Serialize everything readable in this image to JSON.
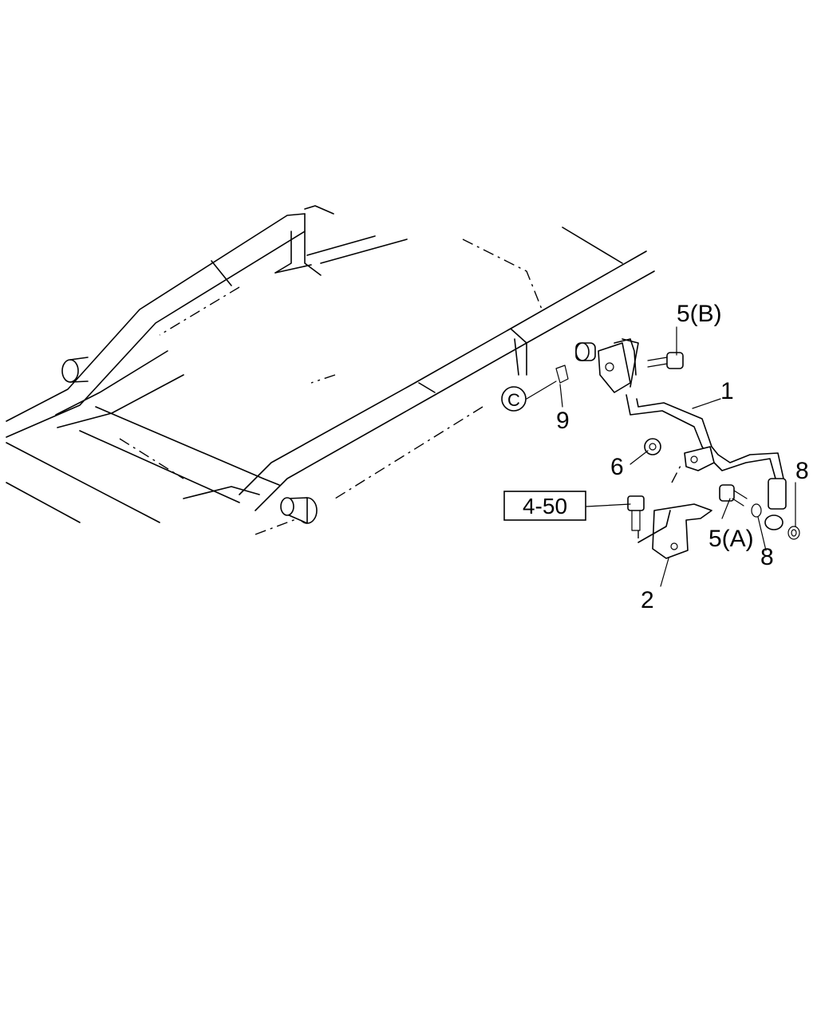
{
  "callouts": {
    "part_1": "1",
    "part_2": "2",
    "part_5a": "5(A)",
    "part_5b": "5(B)",
    "part_6": "6",
    "part_8_upper": "8",
    "part_8_lower": "8",
    "part_9": "9",
    "ref_c": "C",
    "ref_page": "4-50"
  }
}
